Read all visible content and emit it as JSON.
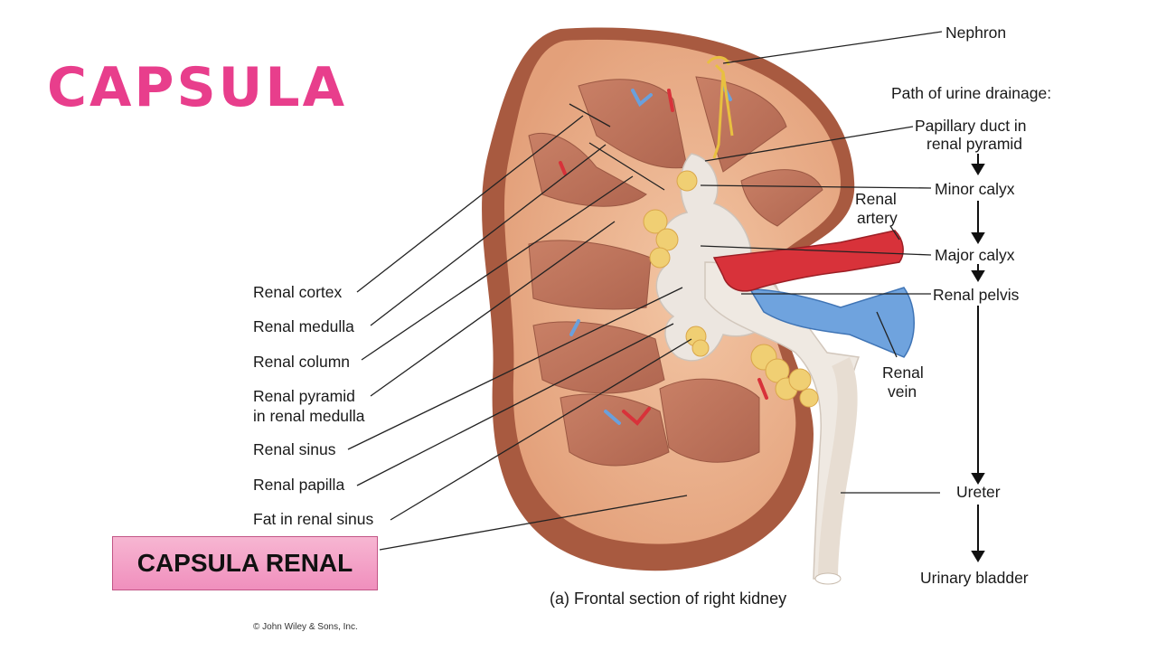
{
  "slide": {
    "title": "CAPSULA",
    "highlight_label": "CAPSULA RENAL"
  },
  "diagram": {
    "caption": "(a) Frontal section of right kidney",
    "copyright": "© John Wiley & Sons, Inc.",
    "left_labels": [
      "Renal cortex",
      "Renal medulla",
      "Renal column",
      "Renal pyramid",
      "in renal medulla",
      "Renal sinus",
      "Renal papilla",
      "Fat in renal sinus"
    ],
    "right_labels": {
      "nephron": "Nephron",
      "path_heading": "Path of urine drainage:",
      "papillary_duct_1": "Papillary duct in",
      "papillary_duct_2": "renal pyramid",
      "minor_calyx": "Minor calyx",
      "major_calyx": "Major calyx",
      "renal_pelvis": "Renal pelvis",
      "ureter": "Ureter",
      "urinary_bladder": "Urinary bladder",
      "renal_artery_1": "Renal",
      "renal_artery_2": "artery",
      "renal_vein_1": "Renal",
      "renal_vein_2": "vein"
    },
    "colors": {
      "cortex": "#e7a57c",
      "medulla": "#c0765c",
      "capsule": "#a2593f",
      "artery": "#d8323a",
      "vein": "#6aa0dc",
      "fat": "#f0cf73",
      "title_pink": "#e83e8c"
    }
  }
}
